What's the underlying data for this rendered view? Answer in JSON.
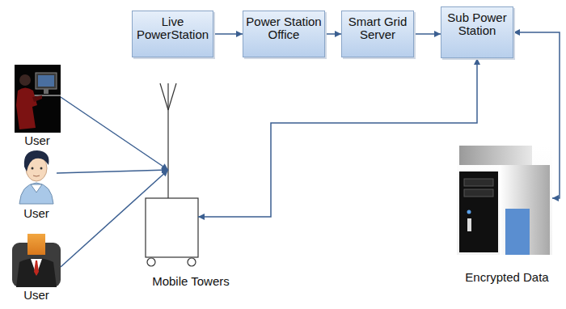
{
  "diagram": {
    "nodes": [
      {
        "text": [
          "Live PowerStation"
        ]
      },
      {
        "text": [
          "Power Station Office"
        ]
      },
      {
        "text": [
          "Smart Grid Server"
        ]
      },
      {
        "text": [
          "Sub Power Station"
        ]
      },
      {
        "text": [
          "User"
        ]
      },
      {
        "text": [
          "User"
        ]
      },
      {
        "text": [
          "User"
        ]
      },
      {
        "text": [
          "Mobile Towers"
        ]
      },
      {
        "text": [
          "Encrypted Data"
        ]
      }
    ],
    "edges": [
      {
        "from": 0,
        "to": 1,
        "arrow": "to"
      },
      {
        "from": 1,
        "to": 2,
        "arrow": "to"
      },
      {
        "from": 2,
        "to": 3,
        "arrow": "to"
      },
      {
        "from": 3,
        "to": 8,
        "arrow": "both"
      },
      {
        "from": 3,
        "to": 7,
        "arrow": "both"
      },
      {
        "from": 4,
        "to": 7,
        "arrow": "to"
      },
      {
        "from": 5,
        "to": 7,
        "arrow": "to"
      },
      {
        "from": 6,
        "to": 7,
        "arrow": "to"
      }
    ]
  }
}
